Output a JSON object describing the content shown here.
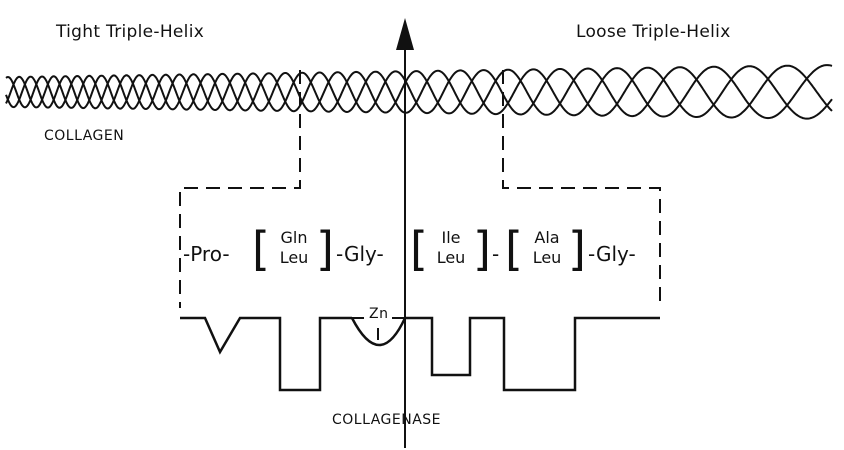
{
  "labels": {
    "tight": "Tight Triple-Helix",
    "loose": "Loose Triple-Helix",
    "collagen": "COLLAGEN",
    "collagenase": "COLLAGENASE",
    "zinc": "Zn"
  },
  "sequence": {
    "pro": "-Pro-",
    "gln": "Gln",
    "leu1": "Leu",
    "gly1": "-Gly-",
    "ile": "Ile",
    "leu2": "Leu",
    "dash": "-",
    "ala": "Ala",
    "leu3": "Leu",
    "gly2": "-Gly-"
  },
  "brackets": {
    "open": "[",
    "close": "]"
  }
}
